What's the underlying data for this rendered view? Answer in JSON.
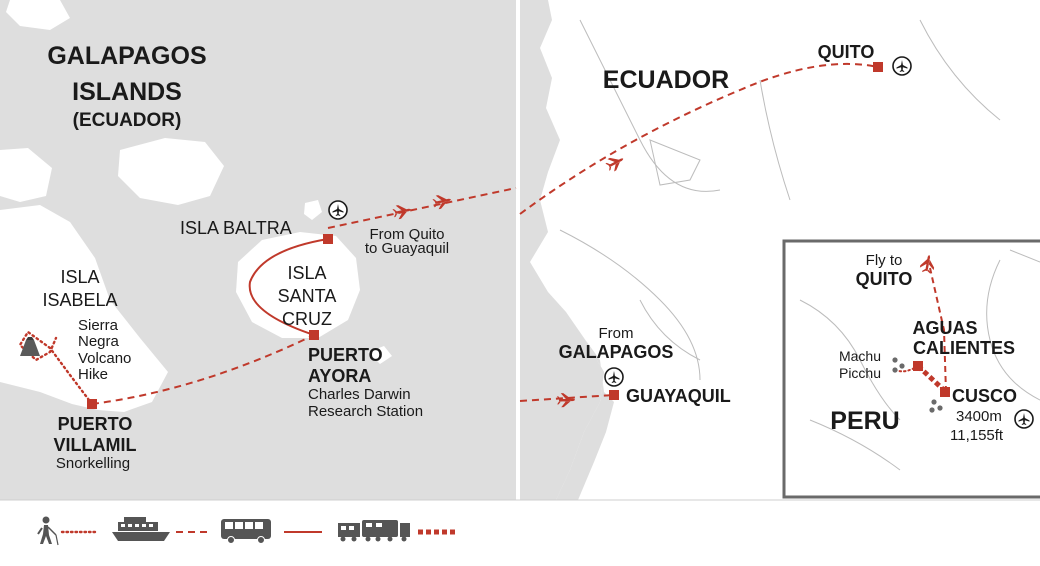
{
  "colors": {
    "sea": "#dedede",
    "land": "#ffffff",
    "route": "#c0392b",
    "text": "#1a1a1a",
    "legend_icon": "#555555"
  },
  "galapagos": {
    "title_line1": "GALAPAGOS",
    "title_line2": "ISLANDS",
    "title_line3": "(ECUADOR)",
    "isla_baltra": "ISLA BALTRA",
    "from_quito_1": "From Quito",
    "from_quito_2": "to Guayaquil",
    "isla_isabela_1": "ISLA",
    "isla_isabela_2": "ISABELA",
    "santa_cruz_1": "ISLA",
    "santa_cruz_2": "SANTA",
    "santa_cruz_3": "CRUZ",
    "sierra_1": "Sierra",
    "sierra_2": "Negra",
    "sierra_3": "Volcano",
    "sierra_4": "Hike",
    "puerto_ayora_1": "PUERTO",
    "puerto_ayora_2": "AYORA",
    "darwin_1": "Charles Darwin",
    "darwin_2": "Research Station",
    "villamil_1": "PUERTO",
    "villamil_2": "VILLAMIL",
    "snorkelling": "Snorkelling"
  },
  "ecuador": {
    "title": "ECUADOR",
    "quito": "QUITO",
    "from_label": "From",
    "galapagos": "GALAPAGOS",
    "guayaquil": "GUAYAQUIL"
  },
  "peru": {
    "title": "PERU",
    "fly_to": "Fly to",
    "quito": "QUITO",
    "aguas_1": "AGUAS",
    "aguas_2": "CALIENTES",
    "machu_1": "Machu",
    "machu_2": "Picchu",
    "cusco": "CUSCO",
    "elev_m": "3400m",
    "elev_ft": "11,155ft"
  },
  "legend": {
    "items": [
      {
        "icon": "hiker-icon",
        "line": "dotted"
      },
      {
        "icon": "boat-icon",
        "line": "dashed"
      },
      {
        "icon": "bus-icon",
        "line": "solid"
      },
      {
        "icon": "train-icon",
        "line": "thick-dashed"
      }
    ]
  }
}
